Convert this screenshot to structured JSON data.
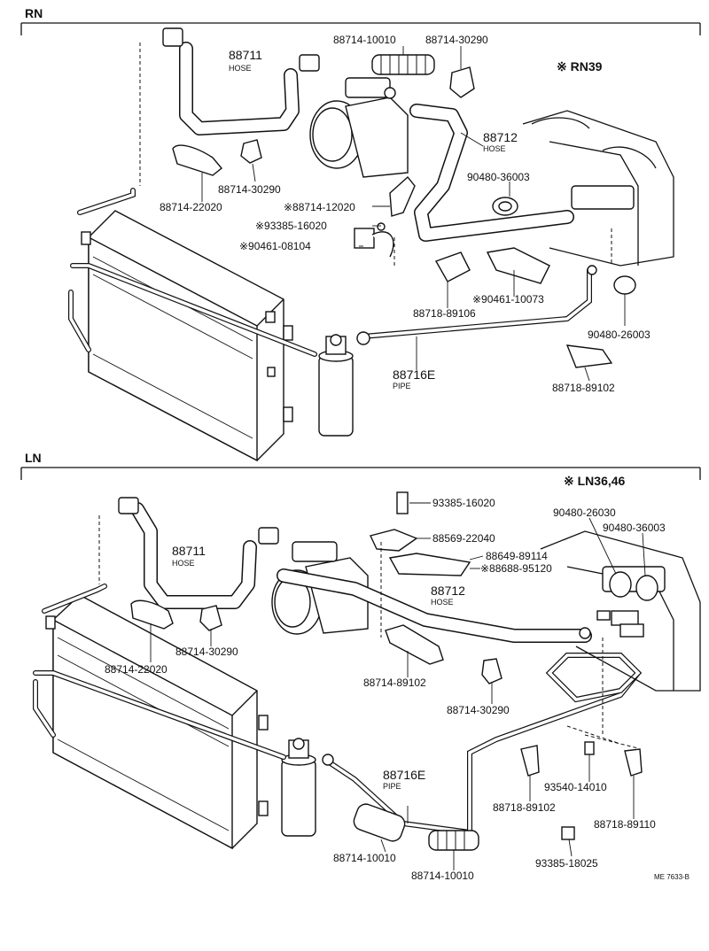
{
  "sections": {
    "rn": {
      "name": "RN",
      "variant": "※ RN39",
      "labels": {
        "p88711": "88711",
        "p88711_sub": "HOSE",
        "p88714_10010": "88714-10010",
        "p88714_30290a": "88714-30290",
        "p88712": "88712",
        "p88712_sub": "HOSE",
        "p90480_36003": "90480-36003",
        "p88714_30290b": "88714-30290",
        "p88714_22020": "88714-22020",
        "p88714_12020": "※88714-12020",
        "p93385_16020": "※93385-16020",
        "p90461_08104": "※90461-08104",
        "p88718_89106": "88718-89106",
        "p90461_10073": "※90461-10073",
        "p90480_26003": "90480-26003",
        "p88716E": "88716E",
        "p88716E_sub": "PIPE",
        "p88718_89102": "88718-89102"
      }
    },
    "ln": {
      "name": "LN",
      "variant": "※ LN36,46",
      "labels": {
        "p93385_16020": "93385-16020",
        "p90480_26030": "90480-26030",
        "p90480_36003": "90480-36003",
        "p88711": "88711",
        "p88711_sub": "HOSE",
        "p88569_22040": "88569-22040",
        "p88649_89114": "88649-89114",
        "p88688_95120": "※88688-95120",
        "p88712": "88712",
        "p88712_sub": "HOSE",
        "p88714_30290a": "88714-30290",
        "p88714_22020": "88714-22020",
        "p88714_89102": "88714-89102",
        "p88714_30290b": "88714-30290",
        "p88716E": "88716E",
        "p88716E_sub": "PIPE",
        "p88718_89102": "88718-89102",
        "p93540_14010": "93540-14010",
        "p88718_89110": "88718-89110",
        "p88714_10010a": "88714-10010",
        "p88714_10010b": "88714-10010",
        "p93385_18025": "93385-18025"
      }
    }
  },
  "footer": {
    "ref": "ME 7633-B"
  }
}
